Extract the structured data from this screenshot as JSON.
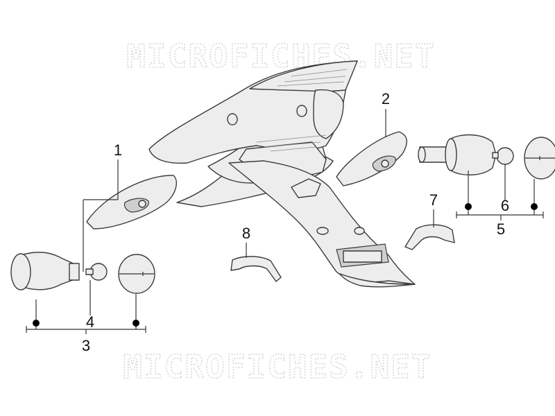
{
  "watermark": {
    "top_text": "MICROFICHES.NET",
    "bottom_text": "MICROFICHES.NET"
  },
  "callouts": {
    "c1": "1",
    "c2": "2",
    "c3": "3",
    "c4": "4",
    "c5": "5",
    "c6": "6",
    "c7": "7",
    "c8": "8"
  },
  "colors": {
    "part_fill": "#ededed",
    "part_stroke": "#3a3a3a",
    "watermark": "#d7d7d7"
  }
}
